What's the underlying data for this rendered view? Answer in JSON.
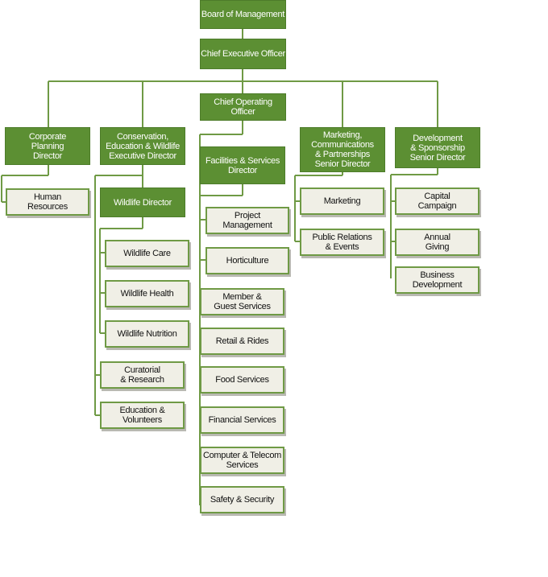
{
  "colors": {
    "dark_box": "#5c8f33",
    "light_box": "#f0efe6",
    "line": "#6f9a45",
    "shadow": "#b9b9b2"
  },
  "nodes": {
    "board": "Board of Management",
    "ceo": "Chief Executive Officer",
    "coo": "Chief Operating Officer",
    "corp_planning": "Corporate\nPlanning\nDirector",
    "human_resources": "Human\nResources",
    "conservation": "Conservation,\nEducation & Wildlife\nExecutive Director",
    "wildlife_director": "Wildlife Director",
    "wildlife_care": "Wildlife Care",
    "wildlife_health": "Wildlife Health",
    "wildlife_nutrition": "Wildlife Nutrition",
    "curatorial": "Curatorial\n& Research",
    "education": "Education &\nVolunteers",
    "facilities": "Facilities & Services\nDirector",
    "project_mgmt": "Project\nManagement",
    "horticulture": "Horticulture",
    "member_guest": "Member &\nGuest Services",
    "retail": "Retail & Rides",
    "food": "Food Services",
    "financial": "Financial Services",
    "computer": "Computer & Telecom\nServices",
    "safety": "Safety & Security",
    "marketing_dir": "Marketing,\nCommunications\n& Partnerships\nSenior Director",
    "marketing": "Marketing",
    "public_relations": "Public Relations\n&  Events",
    "development_dir": "Development\n& Sponsorship\nSenior Director",
    "capital": "Capital\nCampaign",
    "annual": "Annual\nGiving",
    "business_dev": "Business Development"
  }
}
